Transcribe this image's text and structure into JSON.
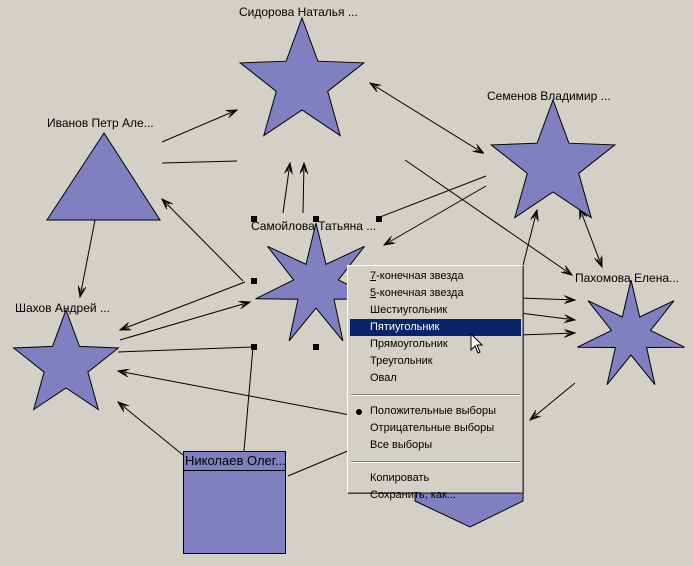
{
  "nodes": [
    {
      "id": "sidorova",
      "label": "Сидорова Наталья ...",
      "shape": "5-star"
    },
    {
      "id": "ivanov",
      "label": "Иванов Петр Але...",
      "shape": "triangle"
    },
    {
      "id": "semenov",
      "label": "Семенов Владимир ...",
      "shape": "5-star"
    },
    {
      "id": "samoylova",
      "label": "Самойлова Татьяна ...",
      "shape": "7-star",
      "selected": true
    },
    {
      "id": "pakhomova",
      "label": "Пахомова Елена...",
      "shape": "7-star"
    },
    {
      "id": "shakhov",
      "label": "Шахов Андрей ...",
      "shape": "5-star"
    },
    {
      "id": "nikolaev",
      "label": "Николаев Олег...",
      "shape": "rectangle"
    },
    {
      "id": "hidden",
      "label": "",
      "shape": "hexagon"
    }
  ],
  "colors": {
    "node_fill": "#8080c0",
    "background": "#d4d0c8",
    "menu_highlight": "#0a246a"
  },
  "context_menu": {
    "shape_items": [
      {
        "label": "7-конечная звезда",
        "mnemonic": "7"
      },
      {
        "label": "5-конечная звезда",
        "mnemonic": "5"
      },
      {
        "label": "Шестиугольник"
      },
      {
        "label": "Пятиугольник",
        "highlighted": true
      },
      {
        "label": "Прямоугольник"
      },
      {
        "label": "Треугольник"
      },
      {
        "label": "Овал"
      }
    ],
    "choice_items": [
      {
        "label": "Положительные выборы",
        "checked": true
      },
      {
        "label": "Отрицательные выборы"
      },
      {
        "label": "Все выборы"
      }
    ],
    "action_items": [
      {
        "label": "Копировать"
      },
      {
        "label": "Сохранить, как..."
      }
    ]
  }
}
